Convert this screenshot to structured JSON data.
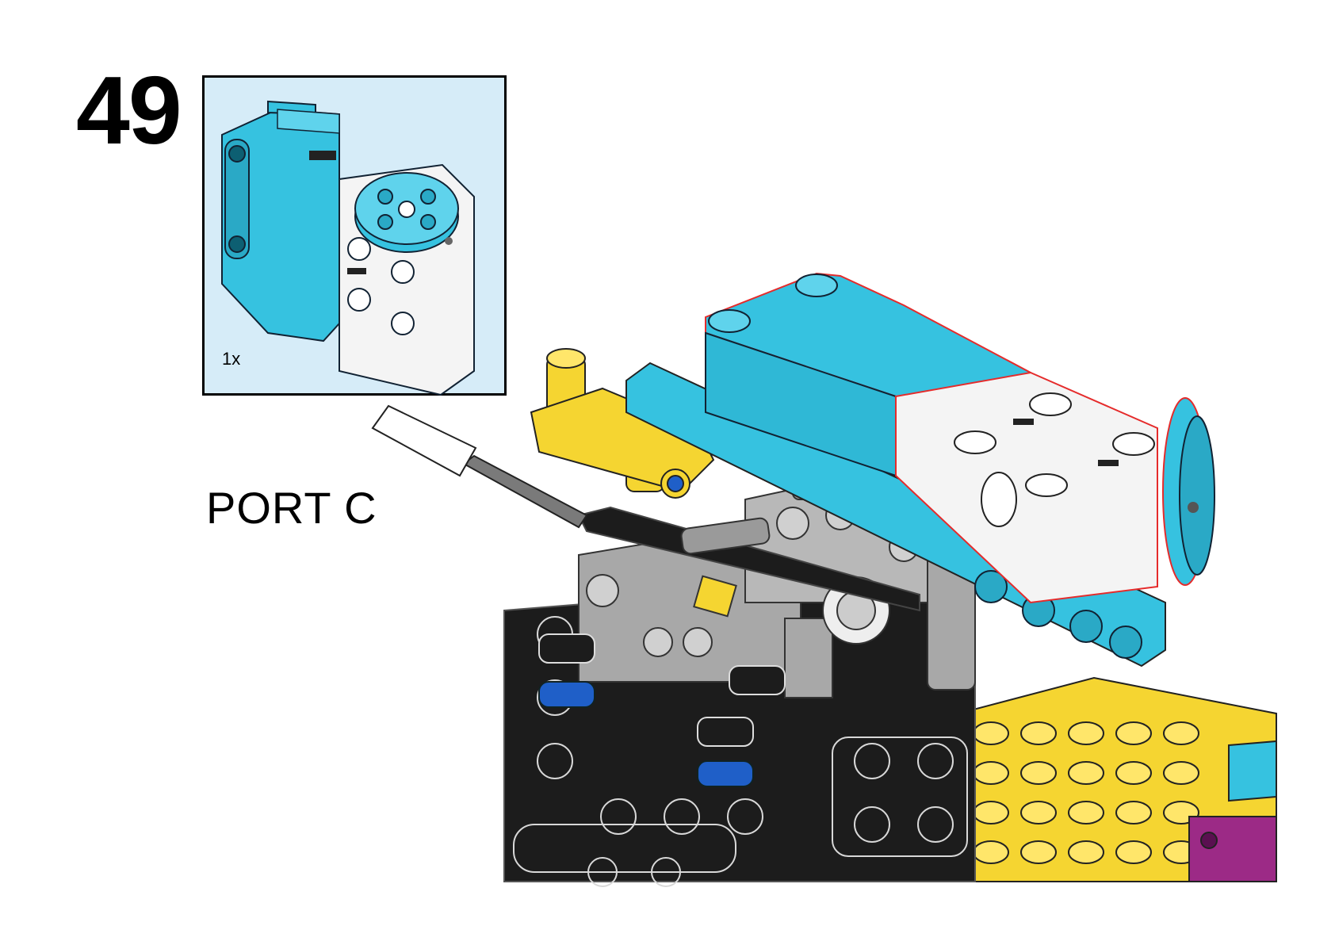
{
  "step": {
    "number": "49"
  },
  "parts_list": {
    "items": [
      {
        "part": "medium-angular-motor-icon",
        "quantity": "1x"
      }
    ]
  },
  "callout": {
    "port_label": "PORT C"
  },
  "colors": {
    "parts_background": "#d6ecf8",
    "motor_azure": "#36c2e0",
    "motor_white": "#f4f4f4",
    "technic_black": "#1c1c1c",
    "technic_gray": "#a8a8a8",
    "technic_yellow": "#f5d531",
    "technic_blue": "#1f5fc8",
    "technic_magenta": "#9c2a86",
    "highlight_red": "#e52b2b"
  }
}
